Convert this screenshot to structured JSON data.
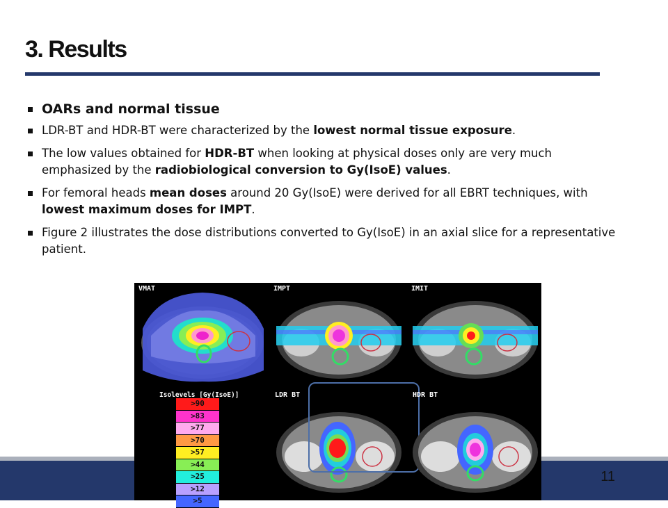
{
  "slide": {
    "title": "3. Results",
    "page_number": "11",
    "bullets": [
      {
        "parts": [
          {
            "text": "OARs and normal tissue",
            "bold": true
          }
        ]
      },
      {
        "parts": [
          {
            "text": "LDR-BT and HDR-BT were characterized by the ",
            "bold": false
          },
          {
            "text": "lowest normal tissue exposure",
            "bold": true
          },
          {
            "text": ".",
            "bold": false
          }
        ]
      },
      {
        "parts": [
          {
            "text": "The low values obtained for ",
            "bold": false
          },
          {
            "text": "HDR-BT",
            "bold": true
          },
          {
            "text": " when looking at physical doses only are very much emphasized by the ",
            "bold": false
          },
          {
            "text": "radiobiological conversion to Gy(IsoE) values",
            "bold": true
          },
          {
            "text": ".",
            "bold": false
          }
        ]
      },
      {
        "parts": [
          {
            "text": "For femoral heads ",
            "bold": false
          },
          {
            "text": "mean doses",
            "bold": true
          },
          {
            "text": " around 20 Gy(IsoE) were derived for all EBRT techniques, with ",
            "bold": false
          },
          {
            "text": "lowest maximum doses for IMPT",
            "bold": true
          },
          {
            "text": ".",
            "bold": false
          }
        ]
      },
      {
        "parts": [
          {
            "text": "Figure 2 illustrates the dose distributions converted to Gy(IsoE) in an axial slice for a representative patient.",
            "bold": false
          }
        ]
      }
    ]
  },
  "figure": {
    "panels": [
      "VMAT",
      "IMPT",
      "IMIT",
      "LDR BT",
      "HDR BT"
    ],
    "legend_title": "Isolevels [Gy(IsoE)]",
    "legend": [
      {
        "label": ">90",
        "color": "#ff1a1a"
      },
      {
        "label": ">83",
        "color": "#ff33cc"
      },
      {
        "label": ">77",
        "color": "#ffaaee"
      },
      {
        "label": ">70",
        "color": "#ff9944"
      },
      {
        "label": ">57",
        "color": "#ffee22"
      },
      {
        "label": ">44",
        "color": "#88ee55"
      },
      {
        "label": ">25",
        "color": "#22eedd"
      },
      {
        "label": ">12",
        "color": "#b8a0ff"
      },
      {
        "label": ">5",
        "color": "#4466ff"
      }
    ]
  }
}
